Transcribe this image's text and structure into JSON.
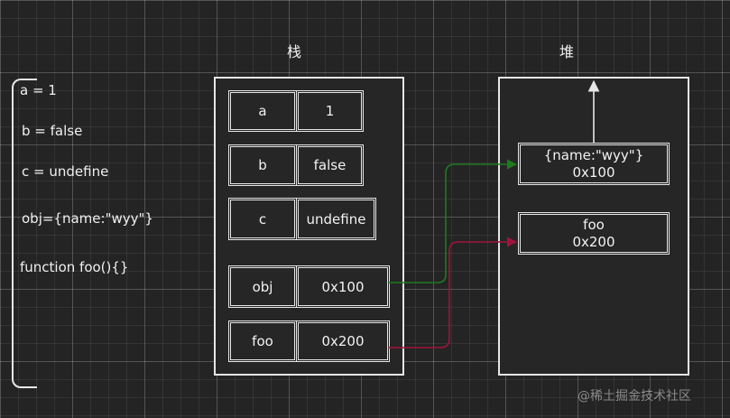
{
  "titles": {
    "stack": "栈",
    "heap": "堆"
  },
  "code": {
    "line1": "a = 1",
    "line2": "b = false",
    "line3": "c = undefine",
    "line4": "obj={name:\"wyy\"}",
    "line5": "function foo(){}"
  },
  "stack": {
    "rows": [
      {
        "key": "a",
        "value": "1"
      },
      {
        "key": "b",
        "value": "false"
      },
      {
        "key": "c",
        "value": "undefine"
      },
      {
        "key": "obj",
        "value": "0x100"
      },
      {
        "key": "foo",
        "value": "0x200"
      }
    ]
  },
  "heap": {
    "objects": [
      {
        "content": "{name:\"wyy\"}",
        "address": "0x100"
      },
      {
        "content": "foo",
        "address": "0x200"
      }
    ]
  },
  "arrows": {
    "obj_color": "#1f7a1f",
    "foo_color": "#a0143c",
    "up_color": "#e6e6e6"
  },
  "watermark": "@稀土掘金技术社区"
}
